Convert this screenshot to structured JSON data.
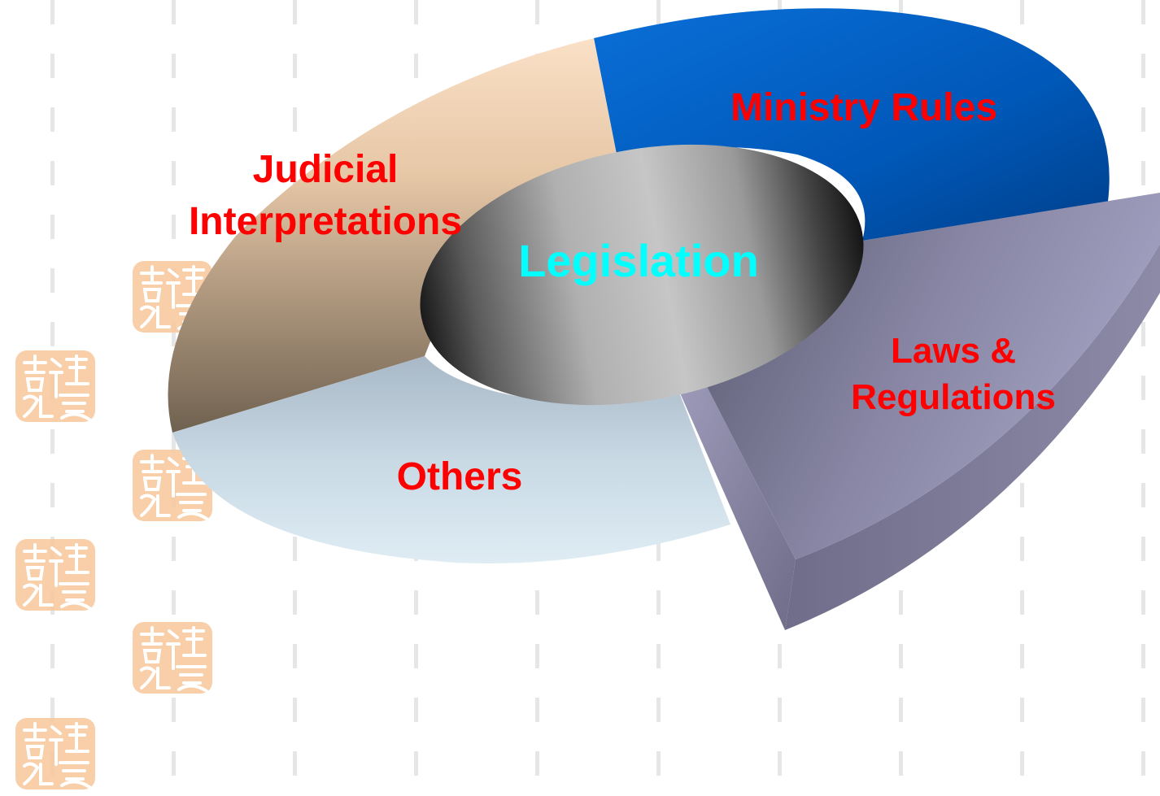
{
  "diagram": {
    "center_label": "Legislation",
    "segments": [
      {
        "id": "ministry-rules",
        "lines": [
          "Ministry Rules"
        ]
      },
      {
        "id": "judicial-interpretations",
        "lines": [
          "Judicial",
          "Interpretations"
        ]
      },
      {
        "id": "others",
        "lines": [
          "Others"
        ]
      },
      {
        "id": "laws-regulations",
        "lines": [
          "Laws &",
          "Regulations"
        ]
      }
    ]
  },
  "colors": {
    "label_red": "#ff0000",
    "center_cyan": "#00ffff",
    "ministry_blue": "#0060c0",
    "judicial_tan": "#f5d5b5",
    "others_lightblue": "#cfe0ec",
    "laws_slate": "#8a88a6",
    "seal_orange": "#f7c79a"
  },
  "decorations": {
    "seal_icon": "chinese-seal-stamp"
  }
}
